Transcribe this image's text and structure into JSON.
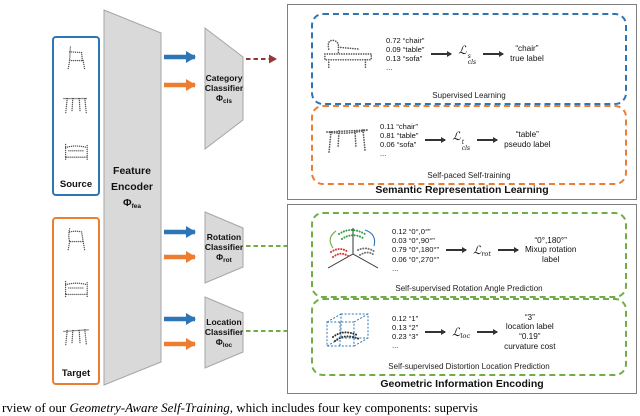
{
  "panels": {
    "source": {
      "label": "Source"
    },
    "target": {
      "label": "Target"
    }
  },
  "encoder": {
    "line1": "Feature",
    "line2": "Encoder",
    "phi": "Φ",
    "phi_sub": "fea"
  },
  "classifiers": {
    "category": {
      "line1": "Category",
      "line2": "Classifier",
      "phi": "Φ",
      "phi_sub": "cls"
    },
    "rotation": {
      "line1": "Rotation",
      "line2": "Classifier",
      "phi": "Φ",
      "phi_sub": "rot"
    },
    "location": {
      "line1": "Location",
      "line2": "Classifier",
      "phi": "Φ",
      "phi_sub": "loc"
    }
  },
  "semantic": {
    "title": "Semantic Representation Learning",
    "supervised": {
      "probs": [
        "0.72 “chair”",
        "0.09 “table”",
        "0.13 “sofa”",
        "..."
      ],
      "loss": {
        "base": "ℒ",
        "sup": "s",
        "sub": "cls"
      },
      "result": [
        "“chair”",
        "true label"
      ],
      "caption": "Supervised Learning"
    },
    "self_paced": {
      "probs": [
        "0.11 “chair”",
        "0.81 “table”",
        "0.06 “sofa”",
        "..."
      ],
      "loss": {
        "base": "ℒ",
        "sup": "t",
        "sub": "cls"
      },
      "result": [
        "“table”",
        "pseudo label"
      ],
      "caption": "Self-paced Self-training"
    }
  },
  "geometric": {
    "title": "Geometric Information Encoding",
    "rotation": {
      "probs": [
        "0.12 “0°,0°”",
        "0.03 “0°,90°”",
        "0.79 “0°,180°”",
        "0.06 “0°,270°”",
        "..."
      ],
      "loss": {
        "base": "ℒ",
        "sub": "rot"
      },
      "result": [
        "“0°,180°”",
        "Mixup rotation",
        "label"
      ],
      "caption": "Self-supervised Rotation Angle Prediction"
    },
    "location": {
      "probs": [
        "0.12 “1”",
        "0.13 “2”",
        "0.23 “3”",
        "..."
      ],
      "loss": {
        "base": "ℒ",
        "sub": "loc"
      },
      "result": [
        "“3”",
        "location label",
        "“0.19”",
        "curvature cost"
      ],
      "caption": "Self-supervised Distortion Location Prediction"
    }
  },
  "figure_caption": {
    "pre": "rview of our ",
    "italic": "Geometry-Aware Self-Training",
    "post": ", which includes four key components: supervis"
  },
  "colors": {
    "source_blue": "#2e75b6",
    "target_orange": "#ed7d31",
    "geometric_green": "#70ad47",
    "semantic_red_arrow": "#953735",
    "shape_gray": "#d9d9d9"
  }
}
